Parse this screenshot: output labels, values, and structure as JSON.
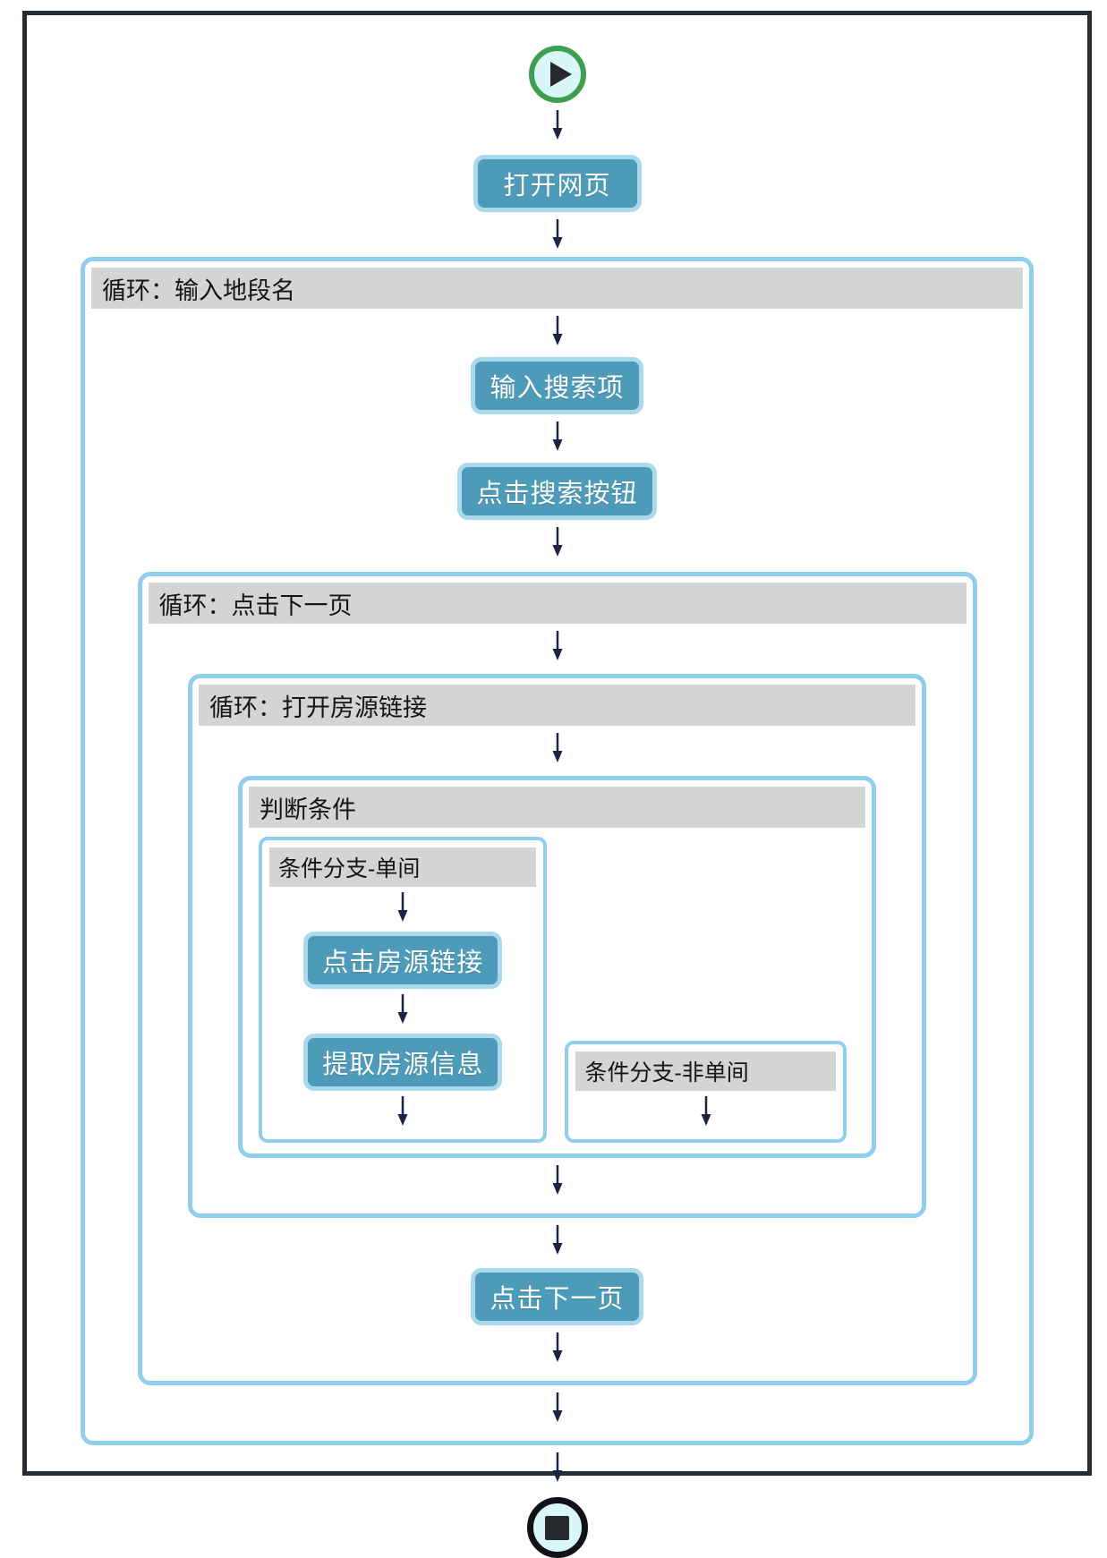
{
  "canvas": {
    "background": "#ffffff"
  },
  "colors": {
    "frame-border": "#262a31",
    "container-border": "#8fceec",
    "step-fill": "#4d9bb8",
    "step-border": "#a9d9ea",
    "step-text": "#ffffff",
    "header-bg": "#d4d4d4",
    "header-text": "#151515",
    "arrow": "#1c2444",
    "start-ring": "#3f9d4e",
    "terminal-fill": "#d9f6f8",
    "stop-ring": "#101216",
    "glyph": "#26282c"
  },
  "icons": {
    "start": "play-icon",
    "stop": "stop-icon",
    "flow": "down-arrow-icon"
  },
  "steps": {
    "open_webpage": "打开网页",
    "input_search_term": "输入搜索项",
    "click_search_button": "点击搜索按钮",
    "click_listing_link": "点击房源链接",
    "extract_listing_info": "提取房源信息",
    "click_next_page": "点击下一页"
  },
  "containers": {
    "loop_input_district": "循环：输入地段名",
    "loop_click_next_page": "循环：点击下一页",
    "loop_open_listing_link": "循环：打开房源链接",
    "condition": "判断条件",
    "branch_single_room": "条件分支-单间",
    "branch_non_single_room": "条件分支-非单间"
  }
}
